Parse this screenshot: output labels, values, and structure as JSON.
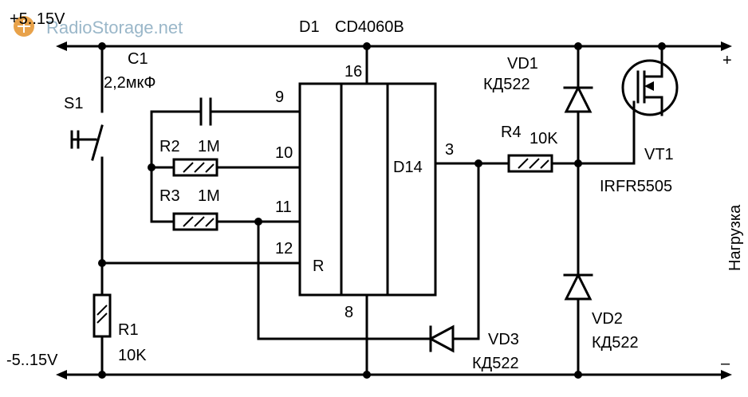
{
  "watermark": {
    "text": "RadioStorage.net",
    "logo_colors": [
      "#e8a24a",
      "#7fa6c3"
    ]
  },
  "supply": {
    "positive": "+5..15V",
    "negative": "-5..15V"
  },
  "ic": {
    "designator": "D1",
    "part": "CD4060B",
    "output": "D14",
    "reset": "R",
    "pins": {
      "vdd": "16",
      "osc_c": "9",
      "osc_r": "10",
      "osc_in": "11",
      "rst": "12",
      "gnd": "8",
      "out": "3"
    }
  },
  "components": {
    "c1": {
      "ref": "C1",
      "value": "2,2мкФ"
    },
    "s1": {
      "ref": "S1"
    },
    "r1": {
      "ref": "R1",
      "value": "10K"
    },
    "r2": {
      "ref": "R2",
      "value": "1M"
    },
    "r3": {
      "ref": "R3",
      "value": "1M"
    },
    "r4": {
      "ref": "R4",
      "value": "10K"
    },
    "vd1": {
      "ref": "VD1",
      "part": "КД522"
    },
    "vd2": {
      "ref": "VD2",
      "part": "КД522"
    },
    "vd3": {
      "ref": "VD3",
      "part": "КД522"
    },
    "vt1": {
      "ref": "VT1",
      "part": "IRFR5505"
    }
  },
  "load": {
    "label": "Нагрузка",
    "plus": "+",
    "minus": "–"
  }
}
